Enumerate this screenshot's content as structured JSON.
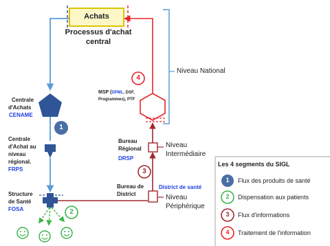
{
  "top": {
    "achats": "Achats",
    "processus_line1": "Processus d'achat",
    "processus_line2": "central"
  },
  "levels": {
    "national": "Niveau National",
    "intermediaire_line1": "Niveau",
    "intermediaire_line2": "Intermédiaire",
    "peripherique_line1": "Niveau",
    "peripherique_line2": "Périphérique"
  },
  "left_nodes": {
    "centrale_line1": "Centrale",
    "centrale_line2": "d'Achats",
    "centrale_code": "CENAME",
    "regional_line1": "Centrale",
    "regional_line2": "d'Achat au",
    "regional_line3": "niveau",
    "regional_line4": "régional.",
    "regional_code": "FRPS",
    "structure_line1": "Structure",
    "structure_line2": "de Santé",
    "structure_code": "FOSA"
  },
  "right_nodes": {
    "msp_prefix": "MSP (",
    "msp_sub": "DPML",
    "msp_sub2": ", DSF,",
    "msp_line2": "Programmes), PTF",
    "bureau_reg_line1": "Bureau",
    "bureau_reg_line2": "Régional",
    "bureau_reg_code": "DRSP",
    "bureau_dist_line1": "Bureau de",
    "bureau_dist_line2": "District",
    "district_label": "District de santé"
  },
  "markers": {
    "flow_1": "1",
    "flow_2": "2",
    "flow_3": "3",
    "flow_4": "4"
  },
  "legend": {
    "title": "Les 4 segments du SIGL",
    "items": [
      {
        "num": "1",
        "label": "Flux des produits de santé",
        "color": "#4a6fa5",
        "style": "filled"
      },
      {
        "num": "2",
        "label": "Dispensation aux patients",
        "color": "#3cb44b",
        "style": "outline"
      },
      {
        "num": "3",
        "label": "Flux d'informations",
        "color": "#a0282e",
        "style": "outline"
      },
      {
        "num": "4",
        "label": "Traitement de l'information",
        "color": "#e8232a",
        "style": "outline"
      }
    ]
  },
  "colors": {
    "blue_flow": "#5b9bd5",
    "dark_blue": "#2f5597",
    "red_flow": "#e8232a",
    "dark_red": "#a0282e",
    "green": "#3cb44b",
    "achats_fill": "#fdf7c8",
    "achats_border": "#d9c400"
  }
}
